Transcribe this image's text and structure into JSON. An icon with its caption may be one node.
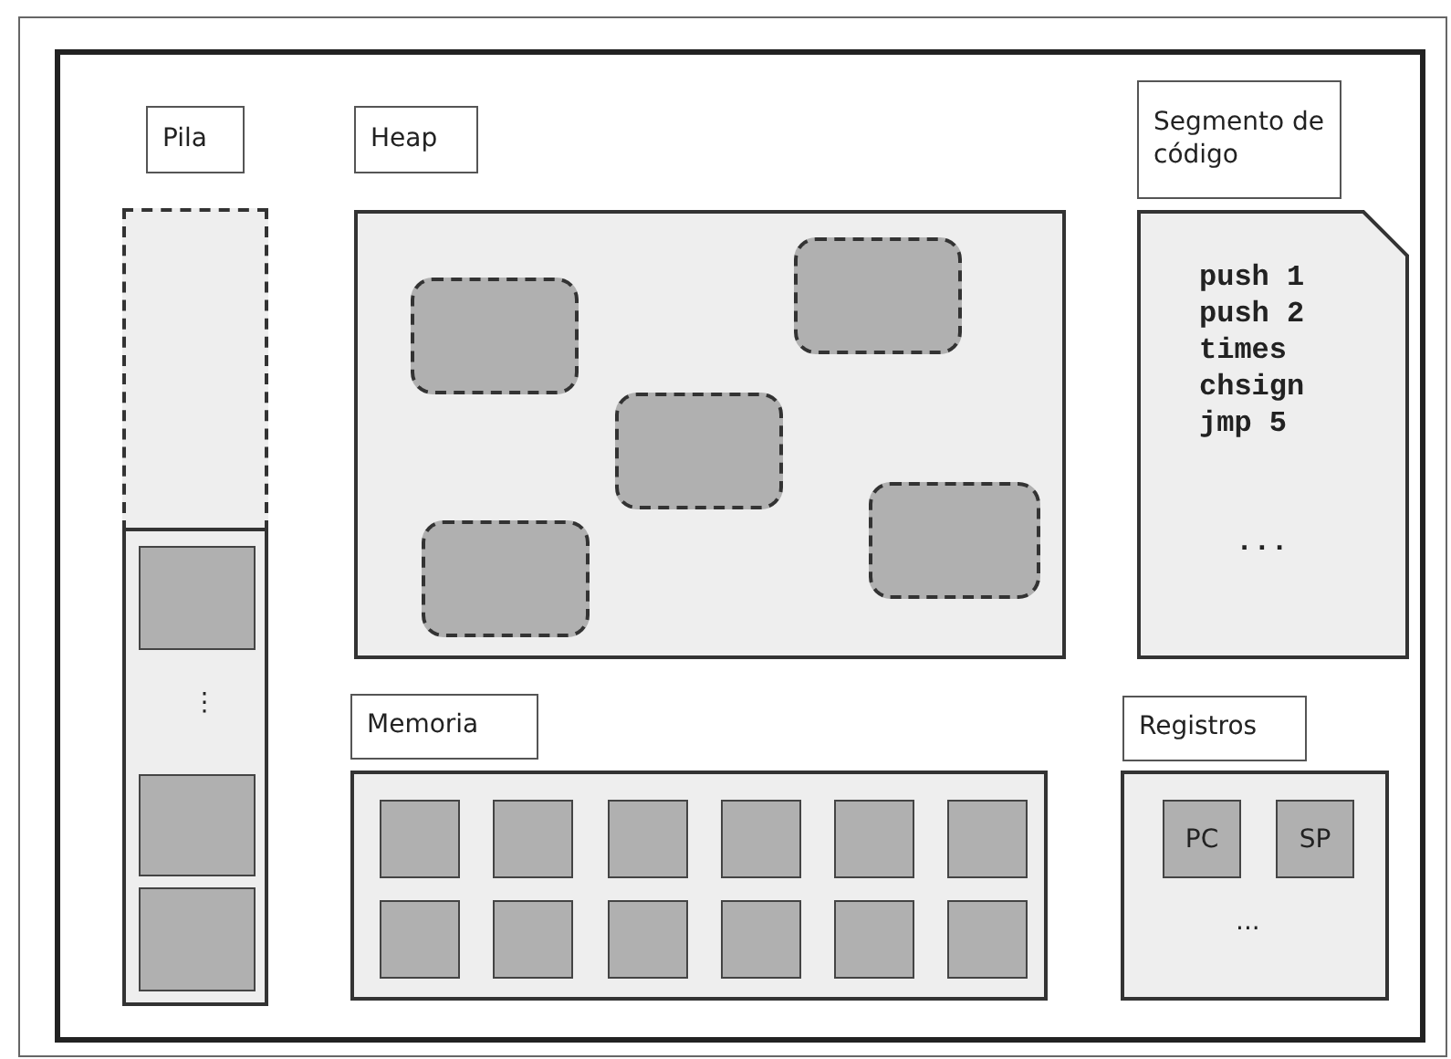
{
  "diagram": {
    "nodes": [
      {
        "text": [],
        "shape": "box"
      },
      {
        "text": [
          "Pila"
        ],
        "in": 0
      },
      {
        "text": [],
        "shape": "box",
        "in": 0
      },
      {
        "text": [
          "⋮"
        ],
        "in": 0
      },
      {
        "text": [],
        "shape": "box",
        "in": 3
      },
      {
        "text": [],
        "shape": "box",
        "in": 3
      },
      {
        "text": [],
        "shape": "box",
        "in": 3
      },
      {
        "text": [
          "Heap"
        ],
        "in": 0
      },
      {
        "text": [],
        "shape": "box",
        "in": 0
      },
      {
        "text": [],
        "shape": "box",
        "in": 8
      },
      {
        "text": [],
        "shape": "box",
        "in": 8
      },
      {
        "text": [],
        "shape": "box",
        "in": 8
      },
      {
        "text": [],
        "shape": "box",
        "in": 8
      },
      {
        "text": [],
        "shape": "box",
        "in": 8
      },
      {
        "text": [
          "Segmento de código"
        ],
        "in": 0
      },
      {
        "text": [
          "push 1",
          "push 2",
          "times",
          "chsign",
          "jmp 5",
          "..."
        ],
        "in": 0
      },
      {
        "text": [
          "Memoria"
        ],
        "in": 0
      },
      {
        "text": [],
        "shape": "box",
        "in": 0
      },
      {
        "text": [],
        "shape": "box",
        "in": 17
      },
      {
        "text": [],
        "shape": "box",
        "in": 17
      },
      {
        "text": [],
        "shape": "box",
        "in": 17
      },
      {
        "text": [],
        "shape": "box",
        "in": 17
      },
      {
        "text": [],
        "shape": "box",
        "in": 17
      },
      {
        "text": [],
        "shape": "box",
        "in": 17
      },
      {
        "text": [],
        "shape": "box",
        "in": 17
      },
      {
        "text": [],
        "shape": "box",
        "in": 17
      },
      {
        "text": [],
        "shape": "box",
        "in": 17
      },
      {
        "text": [],
        "shape": "box",
        "in": 17
      },
      {
        "text": [],
        "shape": "box",
        "in": 17
      },
      {
        "text": [],
        "shape": "box",
        "in": 17
      },
      {
        "text": [
          "Registros"
        ],
        "in": 0
      },
      {
        "text": [
          "..."
        ],
        "in": 0
      },
      {
        "text": [
          "PC"
        ],
        "in": 31
      },
      {
        "text": [
          "SP"
        ],
        "in": 31
      }
    ],
    "edges": []
  }
}
